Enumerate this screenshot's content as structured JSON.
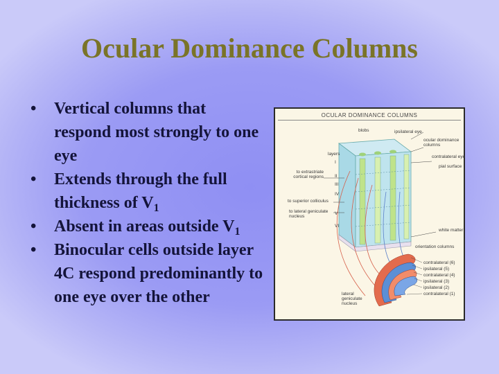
{
  "slide": {
    "title": "Ocular Dominance Columns",
    "bullets": [
      {
        "text": "Vertical columns that respond most strongly to one eye"
      },
      {
        "text": "Extends through the full thickness of V",
        "sub": "1"
      },
      {
        "text": "Absent in areas outside V",
        "sub": "1"
      },
      {
        "text": "Binocular cells outside layer 4C respond predominantly to one eye over the other"
      }
    ]
  },
  "figure": {
    "title": "OCULAR DOMINANCE COLUMNS",
    "labels": {
      "blobs": "blobs",
      "ipsilateral_eye": "ipsilateral eye",
      "ocular_dominance_columns": "ocular dominance columns",
      "contralateral_eye": "contralateral eye",
      "layers": "layers",
      "pia_surface": "pial surface",
      "extrastriate": "to extrastriate cortical regions",
      "superior_colliculus": "to superior colliculus",
      "lateral_geniculate": "to lateral geniculate nucleus",
      "white_matter": "white matter",
      "orientation_columns": "orientation columns",
      "lgn": "lateral geniculate nucleus",
      "lgn_layers": [
        "contralateral (6)",
        "ipsilateral (5)",
        "contralateral (4)",
        "ipsilateral (3)",
        "ipsilateral (2)",
        "contralateral (1)"
      ],
      "layer_numerals": [
        "I",
        "II",
        "III",
        "IV",
        "V",
        "VI"
      ]
    }
  }
}
